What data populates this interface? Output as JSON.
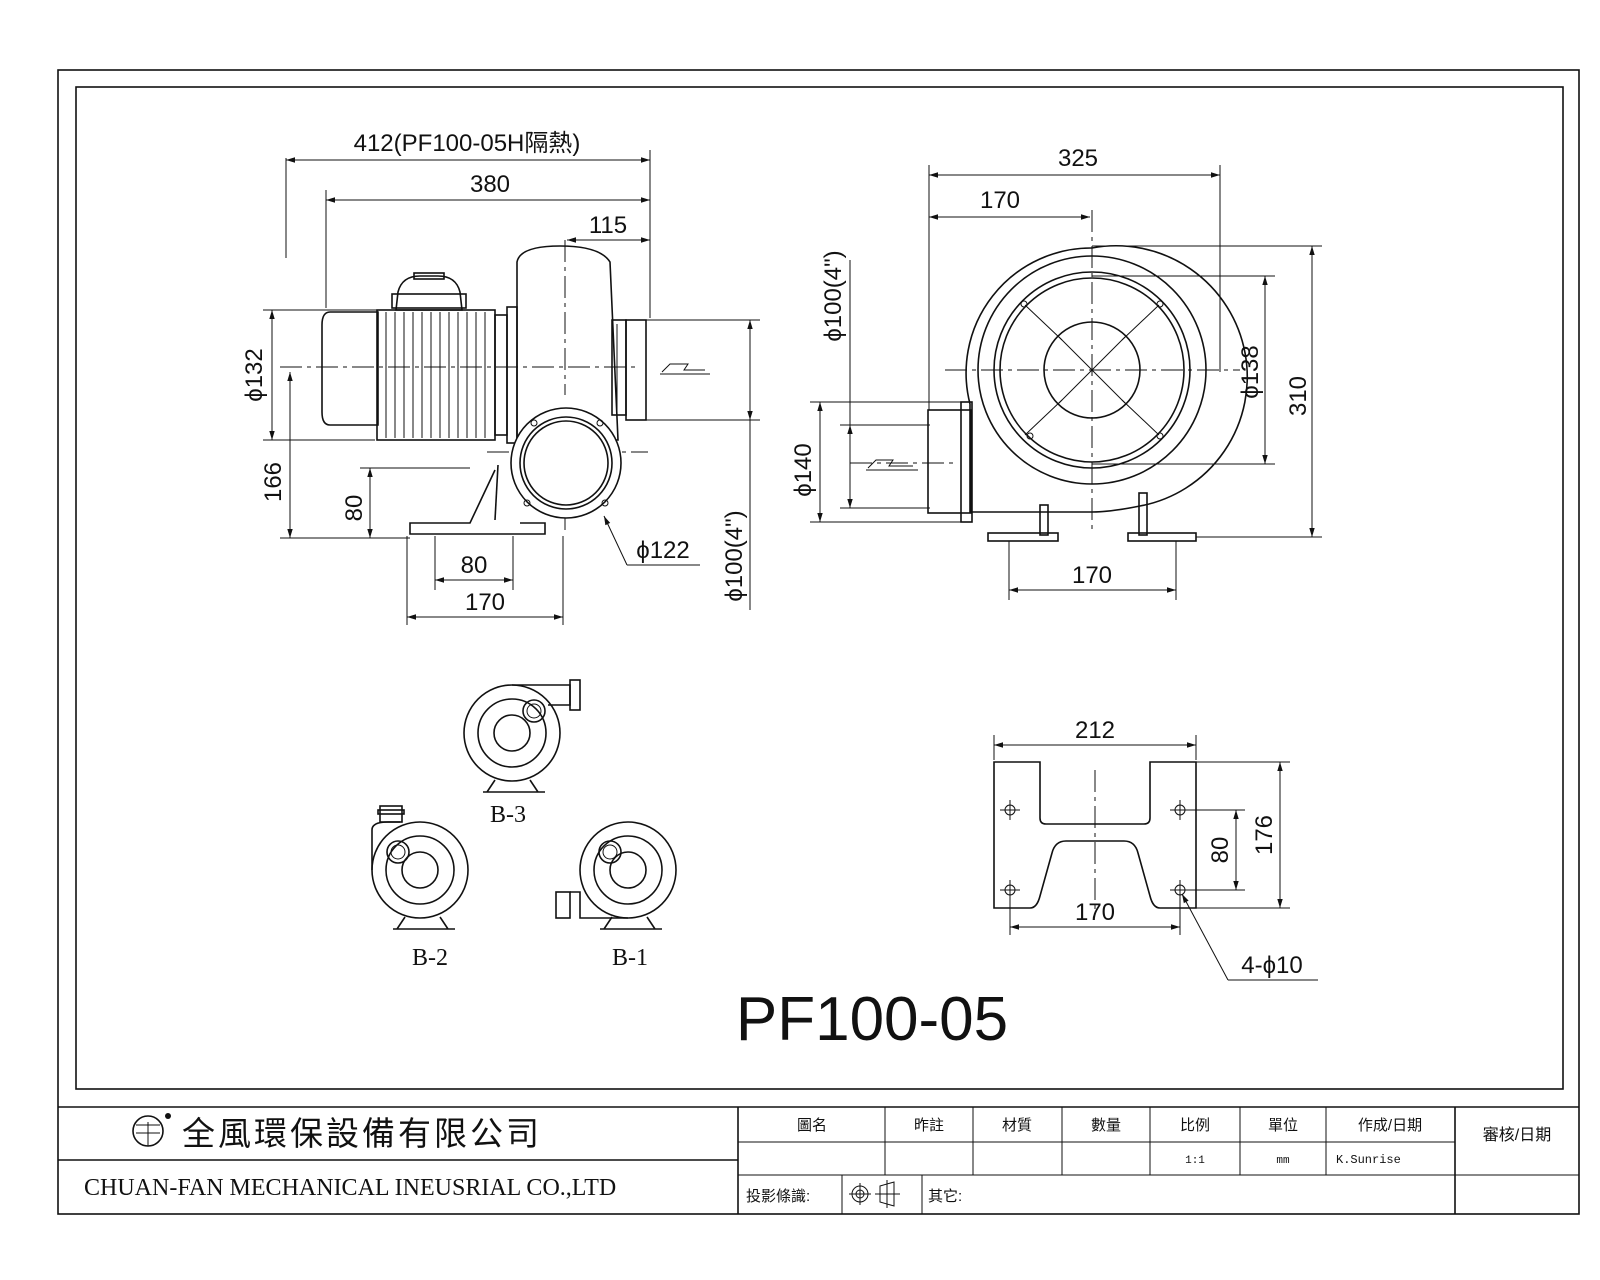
{
  "drawing": {
    "model": "PF100-05",
    "dims": {
      "overall_insulated": "412(PF100-05H隔熱)",
      "length": "380",
      "outlet_offset": "115",
      "motor_dia": "ϕ132",
      "center_height": "166",
      "inlet_height": "80",
      "base_inner": "80",
      "base_outer": "170",
      "inlet_dia": "ϕ122",
      "outlet_pipe_side": "ϕ100(4\")",
      "front_width": "325",
      "front_offset": "170",
      "inlet_pipe_front": "ϕ100(4\")",
      "flange_dia": "ϕ140",
      "bolt_circle": "ϕ138",
      "height": "310",
      "front_base": "170",
      "plate_width": "212",
      "plate_depth": "176",
      "plate_hole_y": "80",
      "plate_hole_x": "170",
      "holes": "4-ϕ10"
    },
    "views": {
      "b3": "B-3",
      "b2": "B-2",
      "b1": "B-1"
    }
  },
  "title_block": {
    "company_cn": "全風環保設備有限公司",
    "company_en": "CHUAN-FAN MECHANICAL INEUSRIAL CO.,LTD",
    "headers": {
      "drawing_name": "圖名",
      "remark": "昨註",
      "material": "材質",
      "quantity": "數量",
      "scale": "比例",
      "unit": "單位",
      "author_date": "作成/日期",
      "review_date": "審核/日期"
    },
    "values": {
      "scale": "1:1",
      "unit": "mm",
      "author": "K.Sunrise"
    },
    "projection_label": "投影條識:",
    "other_label": "其它:"
  }
}
